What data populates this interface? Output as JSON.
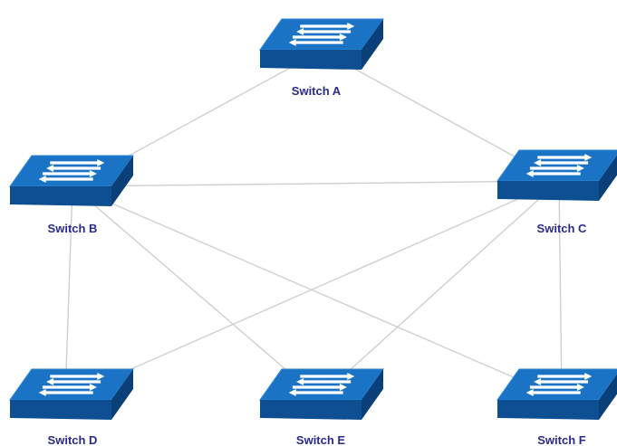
{
  "colors": {
    "link": "#cfcfcf",
    "switch_top": "#1a73c4",
    "switch_top_edge": "#2d86d4",
    "switch_front": "#0d4f92",
    "switch_side": "#0a3f78",
    "arrow": "#ffffff",
    "label": "#2a2a8c"
  },
  "switches": [
    {
      "id": "A",
      "label": "Switch A"
    },
    {
      "id": "B",
      "label": "Switch B"
    },
    {
      "id": "C",
      "label": "Switch C"
    },
    {
      "id": "D",
      "label": "Switch D"
    },
    {
      "id": "E",
      "label": "Switch E"
    },
    {
      "id": "F",
      "label": "Switch F"
    }
  ],
  "links": [
    {
      "from": "A",
      "to": "B"
    },
    {
      "from": "A",
      "to": "C"
    },
    {
      "from": "B",
      "to": "C"
    },
    {
      "from": "B",
      "to": "D"
    },
    {
      "from": "B",
      "to": "E"
    },
    {
      "from": "B",
      "to": "F"
    },
    {
      "from": "C",
      "to": "D"
    },
    {
      "from": "C",
      "to": "E"
    },
    {
      "from": "C",
      "to": "F"
    }
  ]
}
